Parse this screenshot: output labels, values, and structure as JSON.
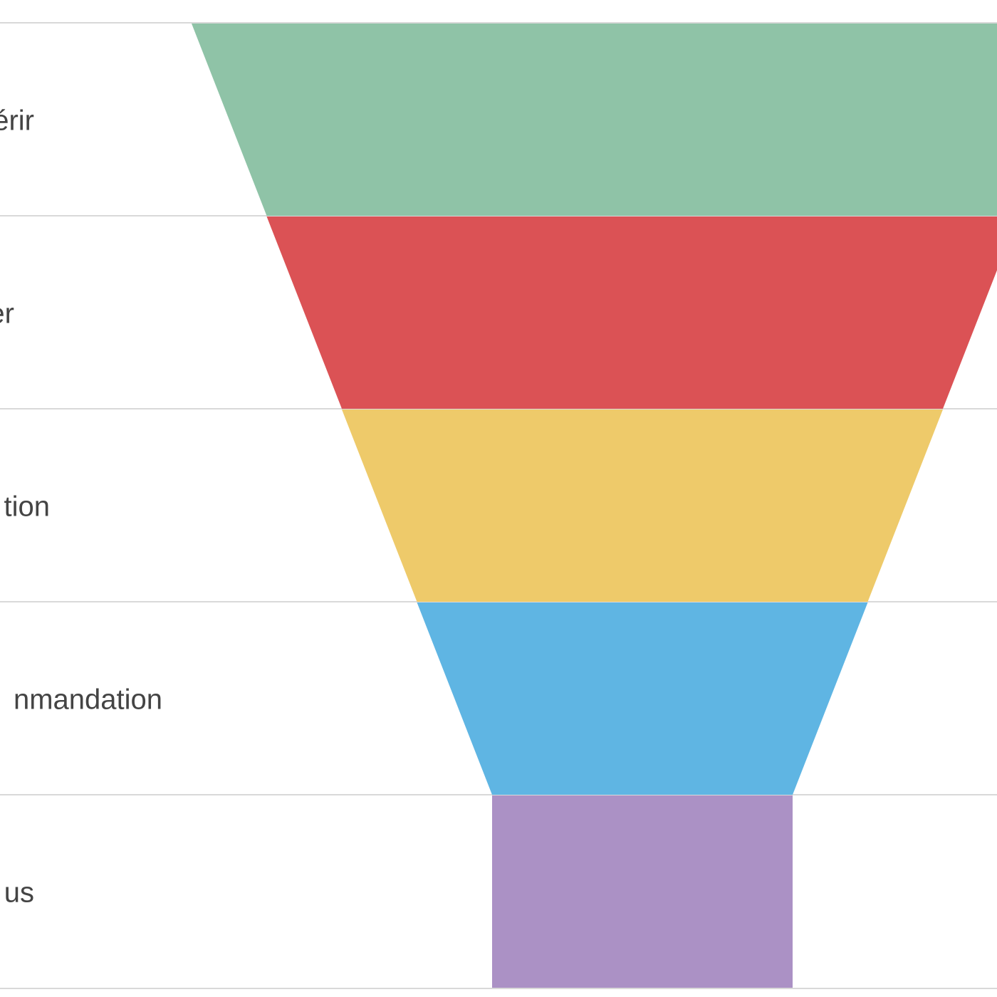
{
  "chart_data": {
    "type": "funnel",
    "title": "",
    "categories": [
      "érir",
      "er",
      "tion",
      "nmandation",
      "us"
    ],
    "values": [
      6,
      5,
      4,
      3,
      2
    ],
    "colors": [
      "#8fc3a7",
      "#db5255",
      "#eeca6a",
      "#5fb5e3",
      "#ab91c5"
    ],
    "grid": true
  }
}
